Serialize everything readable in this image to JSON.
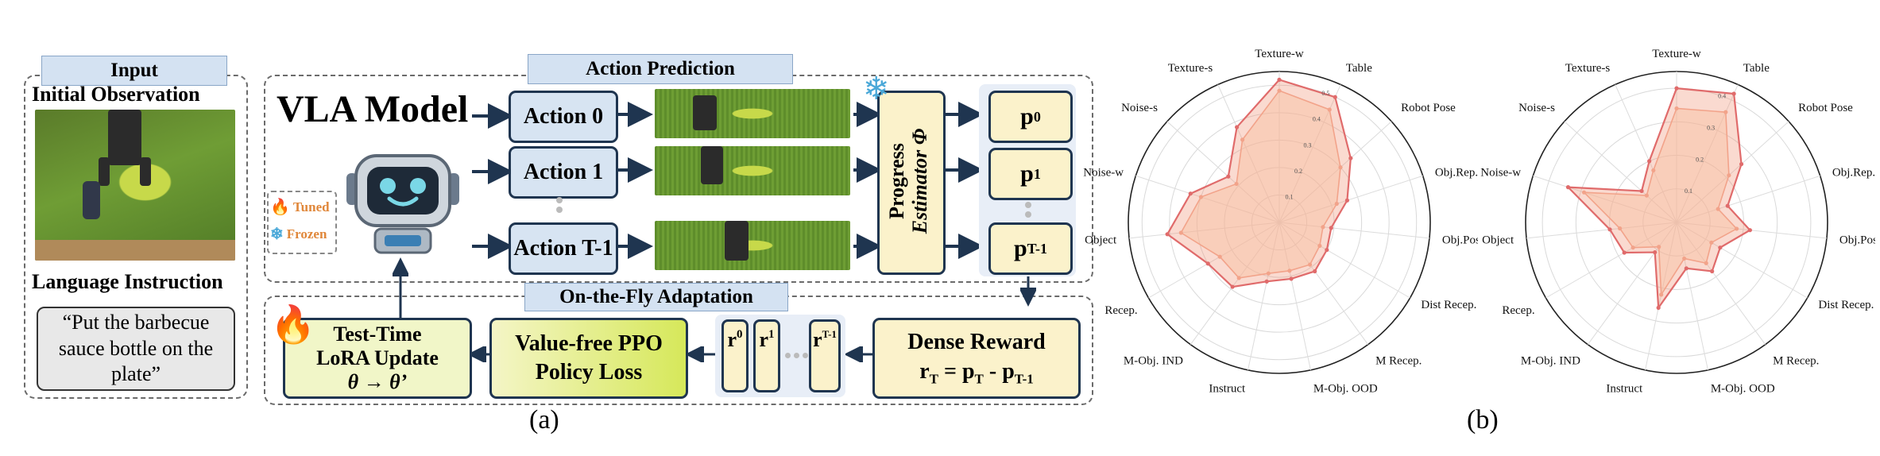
{
  "input": {
    "tag": "Input",
    "initial_observation_label": "Initial Observation",
    "language_instruction_label": "Language Instruction",
    "instruction_text": "“Put the barbecue sauce bottle on the plate”"
  },
  "action_prediction": {
    "tag": "Action Prediction",
    "model_label": "VLA Model",
    "actions": [
      "Action 0",
      "Action 1",
      "Action T-1"
    ],
    "estimator_line1": "Progress",
    "estimator_line2": "Estimator Φ",
    "progress": [
      {
        "base": "p",
        "sub": "0"
      },
      {
        "base": "p",
        "sub": "1"
      },
      {
        "base": "p",
        "sub": "T-1"
      }
    ],
    "legend": {
      "tuned": "Tuned",
      "frozen": "Frozen"
    },
    "icons": [
      "robot-icon",
      "snowflake-icon",
      "flame-icon"
    ]
  },
  "adaptation": {
    "tag": "On-the-Fly Adaptation",
    "dense_reward_title": "Dense Reward",
    "dense_reward_formula": "r_T = p_T - p_T-1",
    "rewards": [
      {
        "base": "r",
        "sub": "0"
      },
      {
        "base": "r",
        "sub": "1"
      },
      {
        "base": "r",
        "sub": "T-1"
      }
    ],
    "ppo_line1": "Value-free PPO",
    "ppo_line2": "Policy Loss",
    "lora_line1": "Test-Time",
    "lora_line2": "LoRA Update",
    "lora_line3": "θ → θ’"
  },
  "captions": {
    "a": "(a)",
    "b": "(b)"
  },
  "chart_data": [
    {
      "type": "radar",
      "axes": [
        "Texture-w",
        "Table",
        "Robot Pose",
        "Obj.Rep.",
        "Obj.Pos.",
        "Dist Recep.",
        "M Recep.",
        "M-Obj. OOD",
        "Instruct",
        "M-Obj. IND",
        "Recep.",
        "Object",
        "Noise-w",
        "Noise-s",
        "Texture-s"
      ],
      "tick_labels": [
        "0.1",
        "0.2",
        "0.3",
        "0.4",
        "0.5"
      ],
      "rmax": 0.55,
      "series": [
        {
          "values": [
            0.52,
            0.5,
            0.35,
            0.26,
            0.19,
            0.2,
            0.22,
            0.21,
            0.22,
            0.29,
            0.3,
            0.41,
            0.34,
            0.25,
            0.38
          ],
          "color": "#e06b6b"
        },
        {
          "values": [
            0.48,
            0.45,
            0.3,
            0.22,
            0.16,
            0.17,
            0.19,
            0.18,
            0.19,
            0.25,
            0.25,
            0.36,
            0.3,
            0.21,
            0.33
          ],
          "color": "#f2a38a"
        }
      ]
    },
    {
      "type": "radar",
      "axes": [
        "Texture-w",
        "Table",
        "Robot Pose",
        "Obj.Rep.",
        "Obj.Pos.",
        "Dist Recep.",
        "M Recep.",
        "M-Obj. OOD",
        "Instruct",
        "M-Obj. IND",
        "Recep.",
        "Object",
        "Noise-w",
        "Noise-s",
        "Texture-s"
      ],
      "tick_labels": [
        "0.1",
        "0.2",
        "0.3",
        "0.4"
      ],
      "rmax": 0.45,
      "series": [
        {
          "values": [
            0.4,
            0.42,
            0.26,
            0.16,
            0.22,
            0.15,
            0.18,
            0.14,
            0.26,
            0.11,
            0.18,
            0.2,
            0.34,
            0.14,
            0.2
          ],
          "color": "#e06b6b"
        },
        {
          "values": [
            0.34,
            0.36,
            0.21,
            0.13,
            0.18,
            0.12,
            0.15,
            0.11,
            0.22,
            0.09,
            0.15,
            0.17,
            0.29,
            0.12,
            0.17
          ],
          "color": "#f2a38a"
        }
      ]
    }
  ]
}
